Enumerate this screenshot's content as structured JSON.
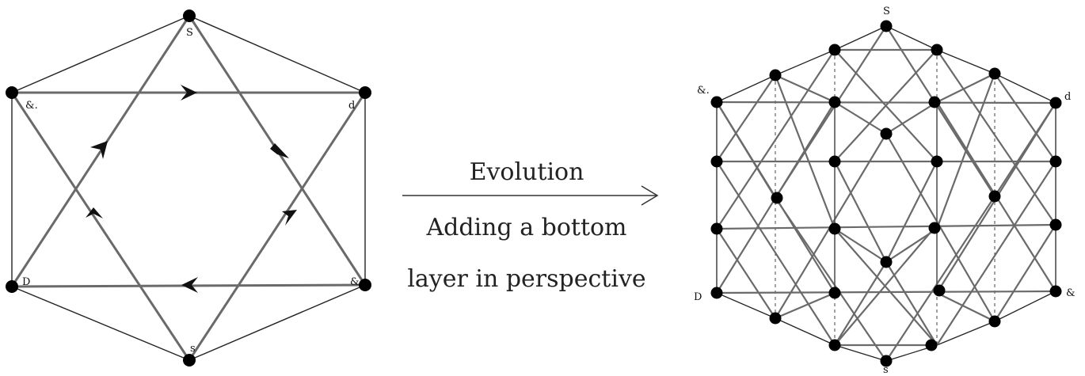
{
  "left_diagram": {
    "labels": {
      "top": "S",
      "upper_left": "&.",
      "upper_right": "d",
      "lower_left": "D",
      "lower_right": "&",
      "bottom": "s"
    }
  },
  "middle": {
    "line1": "Evolution",
    "line2": "Adding a bottom",
    "line3": "layer in perspective"
  },
  "right_diagram": {
    "labels": {
      "top": "S",
      "upper_left": "&.",
      "upper_right": "d",
      "lower_left": "D",
      "lower_right": "&",
      "bottom": "s"
    }
  },
  "colors": {
    "edge_dark": "#222222",
    "edge_gray": "#6a6a6a",
    "node": "#000000"
  }
}
